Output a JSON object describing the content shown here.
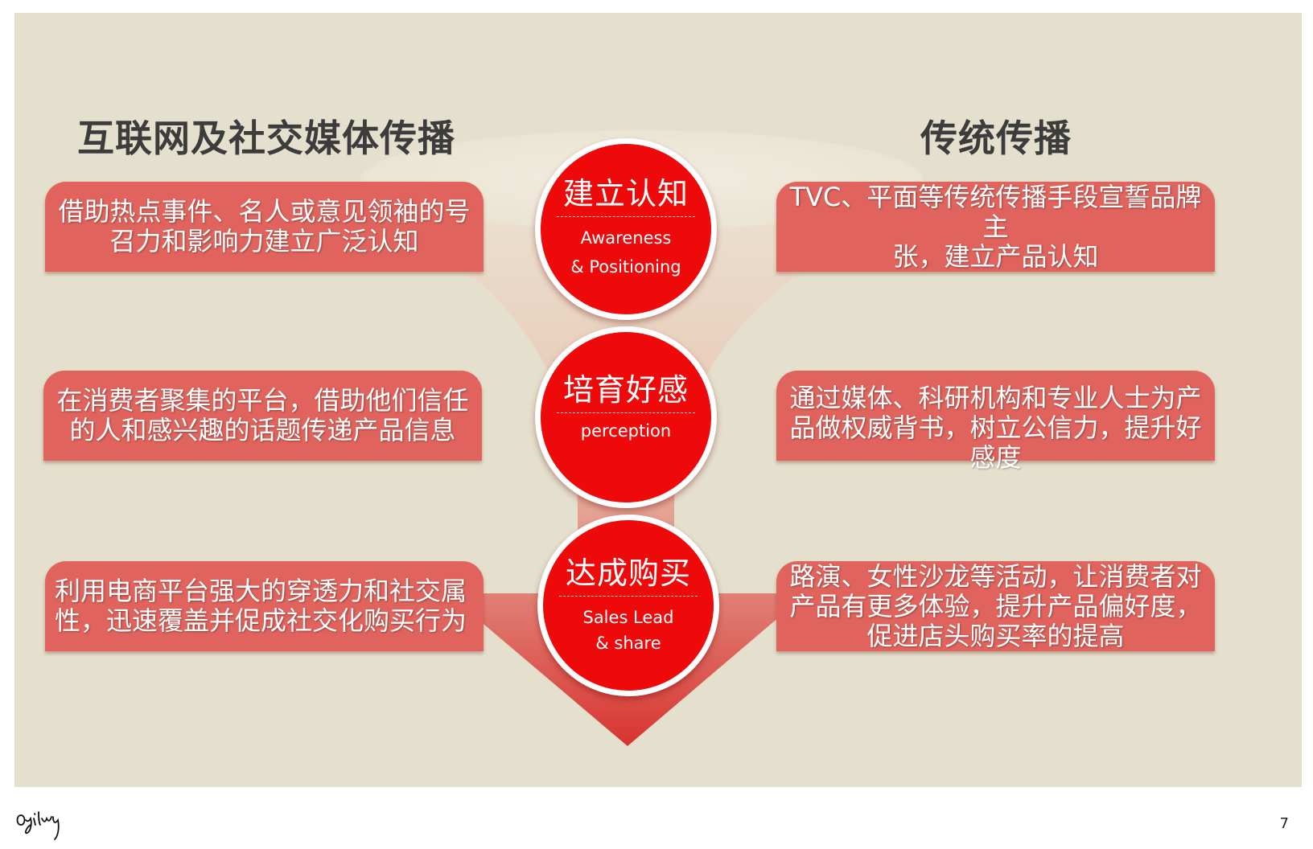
{
  "headings": {
    "left": "互联网及社交媒体传播",
    "right": "传统传播"
  },
  "stages": [
    {
      "title": "建立认知",
      "sub_lines": [
        "Awareness",
        "& Positioning"
      ]
    },
    {
      "title": "培育好感",
      "sub_lines": [
        "perception"
      ]
    },
    {
      "title": "达成购买",
      "sub_lines": [
        "Sales Lead",
        "& share"
      ]
    }
  ],
  "left_boxes": [
    {
      "lines": [
        "借助热点事件、名人或意见领袖的号",
        "召力和影响力建立广泛认知"
      ]
    },
    {
      "lines": [
        "在消费者聚集的平台，借助他们信任",
        "的人和感兴趣的话题传递产品信息"
      ]
    },
    {
      "lines": [
        "利用电商平台强大的穿透力和社交属",
        "性，迅速覆盖并促成社交化购买行为"
      ]
    }
  ],
  "right_boxes": [
    {
      "lines": [
        "TVC、平面等传统传播手段宣誓品牌主",
        "张，建立产品认知"
      ]
    },
    {
      "lines": [
        "通过媒体、科研机构和专业人士为产",
        "品做权威背书，树立公信力，提升好",
        "感度"
      ]
    },
    {
      "lines": [
        "路演、女性沙龙等活动，让消费者对",
        "产品有更多体验，提升产品偏好度，",
        "促进店头购买率的提高"
      ]
    }
  ],
  "footer": {
    "logo_text": "Ogilvy",
    "page_number": "7"
  },
  "colors": {
    "background": "#e4e0cd",
    "box": "#e0645d",
    "circle": "#ee0a0a",
    "heading": "#3c3c3c"
  }
}
